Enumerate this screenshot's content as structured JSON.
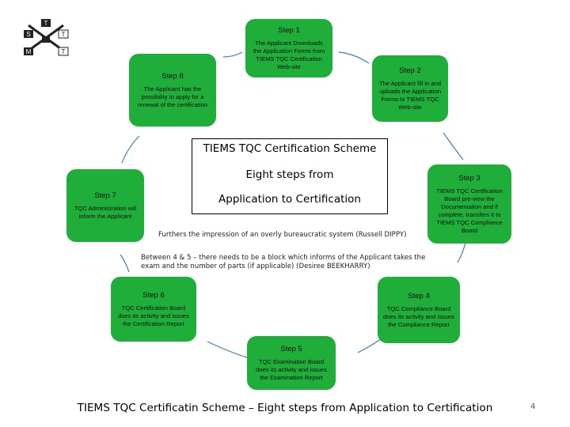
{
  "logo": {
    "letters": [
      "T",
      "S",
      "T",
      "M",
      "T"
    ],
    "color": "#1a1a1a"
  },
  "center": {
    "line1": "TIEMS TQC Certification Scheme",
    "line2": "Eight steps from",
    "line3": "Application to Certification"
  },
  "steps": [
    {
      "title": "Step 1",
      "desc": "The Applicant Downloads the Application Forms from TIEMS TQC Certification Web-site"
    },
    {
      "title": "Step 2",
      "desc": "The Applicant  fill in and uploads the Application Forms to TIEMS TQC Web-site"
    },
    {
      "title": "Step 3",
      "desc": "TIEMS TQC Certification Board pre-view the Documentation and if complete, transfers it to TIEMS TQC Compliance Board"
    },
    {
      "title": "Step 4",
      "desc": "TQC Compliance Board does its activity and issues the Compliance Report"
    },
    {
      "title": "Step 5",
      "desc": "TQC Examination Board does its activity and issues the Examination Report"
    },
    {
      "title": "Step 6",
      "desc": "TQC Certification Board does its activity and issues the Certification Report"
    },
    {
      "title": "Step 7",
      "desc": "TQC Administration will inform the Applicant"
    },
    {
      "title": "Step 8",
      "desc": "The Applicant has the possibility to apply for a renewal of the certification"
    }
  ],
  "notes": {
    "bureaucracy": "Furthers the impression of an overly bureaucratic system (Russell DIPPY)",
    "between_4_5": "Between 4 & 5 – there needs to be a block which informs of the Applicant takes the exam and the number of parts (if applicable) (Desiree BEEKHARRY)"
  },
  "footer": {
    "title": "TIEMS TQC Certificatin Scheme – Eight steps from Application to Certification",
    "page": "4"
  },
  "colors": {
    "node": "#1fae3a",
    "connector": "#3f7fb0"
  }
}
